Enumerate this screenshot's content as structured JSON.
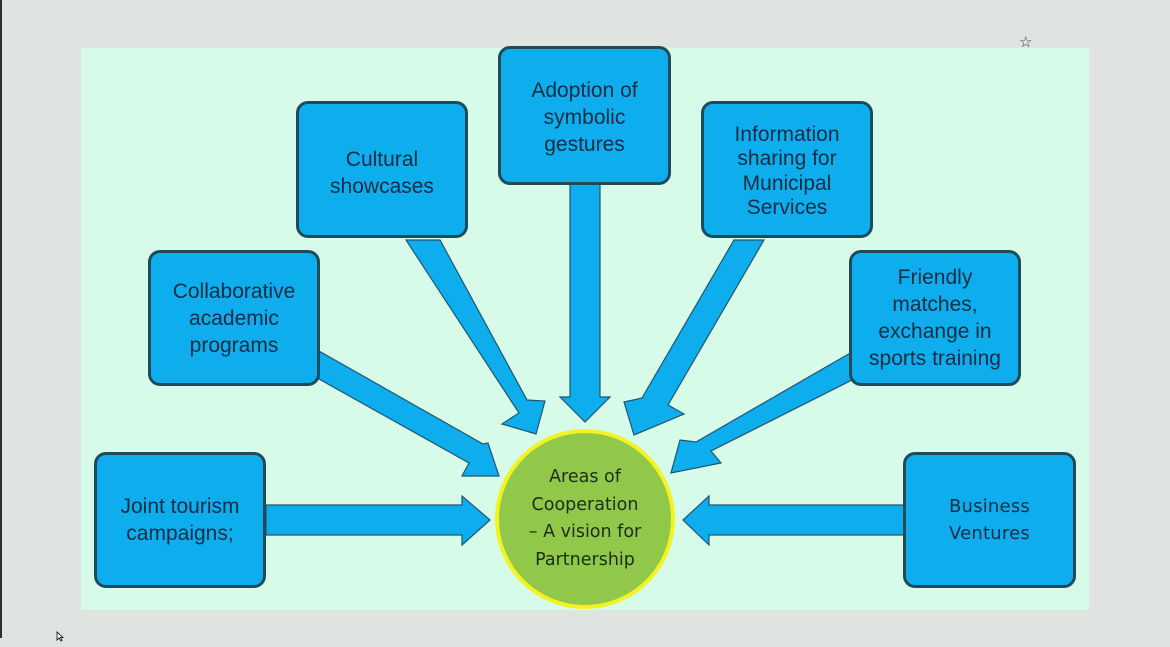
{
  "diagram": {
    "title": "Areas of Cooperation – A vision for Partnership",
    "center": {
      "label": "Areas of\nCooperation\n– A vision for\nPartnership",
      "fill": "#92c84a",
      "border": "#f2f321"
    },
    "nodes": [
      {
        "id": "joint-tourism",
        "label": "Joint tourism\ncampaigns;"
      },
      {
        "id": "collaborative-academic",
        "label": "Collaborative\nacademic\nprograms"
      },
      {
        "id": "cultural-showcases",
        "label": "Cultural\nshowcases"
      },
      {
        "id": "symbolic-gestures",
        "label": "Adoption of\nsymbolic\ngestures"
      },
      {
        "id": "municipal-services",
        "label": "Information\nsharing for\nMunicipal\nServices"
      },
      {
        "id": "sports-training",
        "label": "Friendly\nmatches,\nexchange in\nsports training"
      },
      {
        "id": "business-ventures",
        "label": "Business\nVentures"
      }
    ],
    "edges": [
      {
        "from": "joint-tourism",
        "to": "center"
      },
      {
        "from": "collaborative-academic",
        "to": "center"
      },
      {
        "from": "cultural-showcases",
        "to": "center"
      },
      {
        "from": "symbolic-gestures",
        "to": "center"
      },
      {
        "from": "municipal-services",
        "to": "center"
      },
      {
        "from": "sports-training",
        "to": "center"
      },
      {
        "from": "business-ventures",
        "to": "center"
      }
    ],
    "colors": {
      "node_fill": "#0eaeee",
      "node_border": "#1f4a5a",
      "arrow_fill": "#0eaeee",
      "slide_background": "#d6fbe8",
      "page_background": "#dfe4e0"
    }
  },
  "decorations": {
    "star_icon": "☆",
    "cursor_icon": "mouse-pointer"
  }
}
